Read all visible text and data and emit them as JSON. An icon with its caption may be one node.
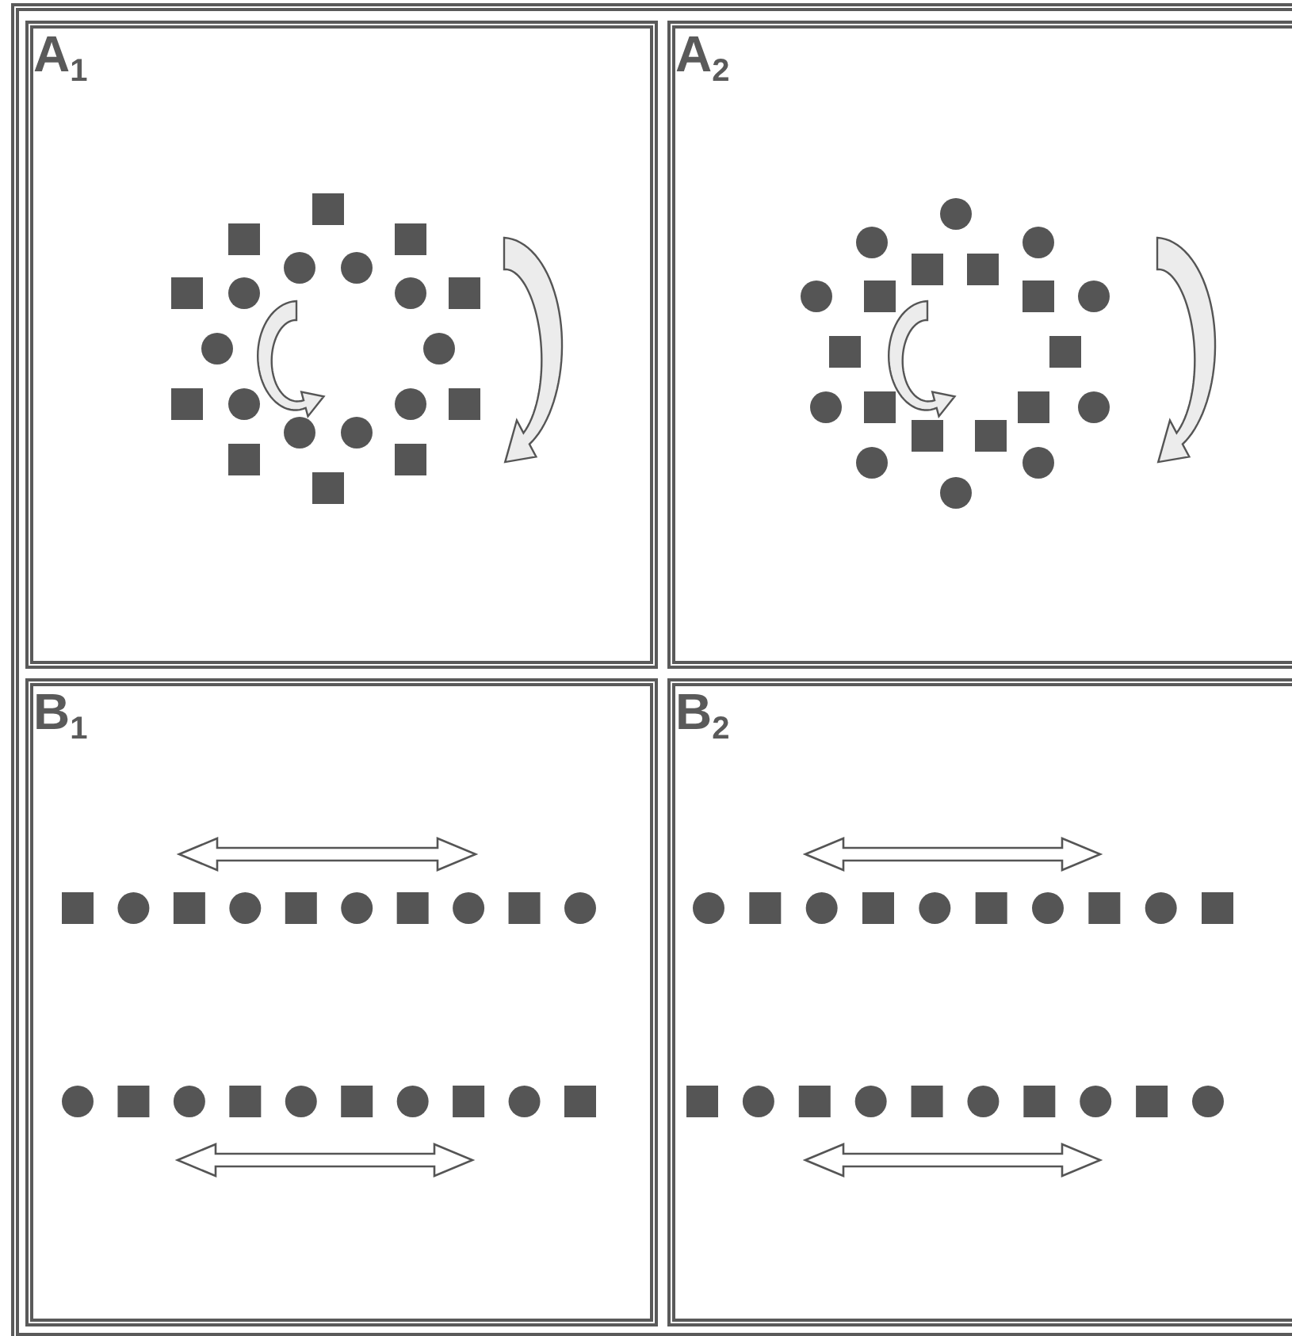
{
  "diagram": {
    "nodes": [
      {
        "text": [
          "A$_{1}$"
        ]
      },
      {
        "text": [
          "A$_{2}$"
        ]
      },
      {
        "text": [
          "B$_{1}$"
        ]
      },
      {
        "text": [
          "B$_{2}$"
        ]
      }
    ]
  }
}
